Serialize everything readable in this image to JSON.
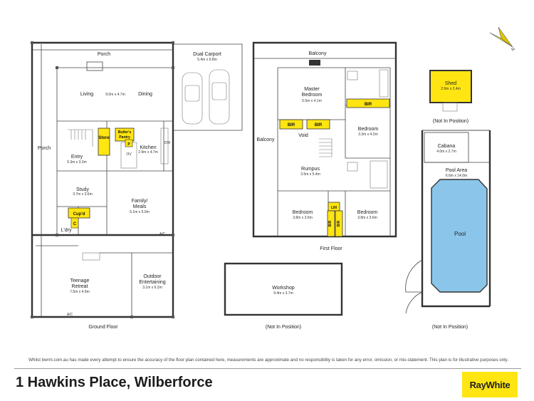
{
  "ground_floor": {
    "caption": "Ground Floor",
    "rooms": {
      "porch_top": "Porch",
      "living": "Living",
      "living_dims": "9.0m x 4.7m",
      "dining": "Dining",
      "porch_side": "Porch",
      "store": "Store",
      "butlers_pantry_line1": "Butler's",
      "butlers_pantry_line2": "Pantry",
      "pantry_p": "P",
      "entry": "Entry",
      "entry_dims": "5.3m x 3.3m",
      "kitchen": "Kitchen",
      "kitchen_dims": "2.9m x 4.7m",
      "ov": "OV",
      "dw": "DW",
      "study": "Study",
      "study_dims": "3.7m x 3.6m",
      "family_meals_line1": "Family/",
      "family_meals_line2": "Meals",
      "family_meals_dims": "5.1m x 5.0m",
      "cupd": "Cup'd",
      "ldry": "L'dry",
      "ldry_c": "C",
      "ac1": "A/C",
      "teenage_retreat_line1": "Teenage",
      "teenage_retreat_line2": "Retreat",
      "teenage_retreat_dims": "7.5m x 4.9m",
      "outdoor_line1": "Outdoor",
      "outdoor_line2": "Entertaining",
      "outdoor_dims": "3.1m x 6.2m",
      "ac2": "A/C"
    }
  },
  "carport": {
    "label": "Dual Carport",
    "dims": "5.4m x 6.8m"
  },
  "first_floor": {
    "caption": "First Floor",
    "rooms": {
      "balcony_top": "Balcony",
      "master_line1": "Master",
      "master_line2": "Bedroom",
      "master_dims": "5.5m x 4.1m",
      "bir_right": "BIR",
      "bir_left1": "BIR",
      "bir_left2": "BIR",
      "void": "Void",
      "bedroom_right": "Bedroom",
      "bedroom_right_dims": "3.3m x 4.2m",
      "balcony_side": "Balcony",
      "rumpus": "Rumpus",
      "rumpus_dims": "3.5m x 5.4m",
      "lin": "LIN",
      "bir_v1": "BIR",
      "bir_v2": "BIR",
      "bedroom_bl": "Bedroom",
      "bedroom_bl_dims": "3.8m x 3.6m",
      "bedroom_br": "Bedroom",
      "bedroom_br_dims": "3.8m x 3.6m"
    }
  },
  "shed": {
    "label": "Shed",
    "dims": "2.9m x 2.4m",
    "caption": "(Not In Position)"
  },
  "pool_area": {
    "cabana": "Cabana",
    "cabana_dims": "4.0m x 2.7m",
    "area_label": "Pool Area",
    "area_dims": "6.6m x 14.0m",
    "pool": "Pool",
    "caption": "(Not In Position)"
  },
  "workshop": {
    "label": "Workshop",
    "dims": "9.4m x 3.7m",
    "caption": "(Not In Position)"
  },
  "compass": {
    "letter": "N",
    "color": "#ffe512"
  },
  "colors": {
    "highlight": "#ffe512",
    "wall": "#333333"
  },
  "footer": {
    "disclaimer": "Whilst bwrm.com.au has made every attempt to ensure the accuracy of the floor plan contained here, measurements are approximate and no responsibility is taken for any error, omission, or mis-statement. This plan is for illustrative purposes only.",
    "address": "1 Hawkins Place, Wilberforce",
    "brand": "RayWhite"
  }
}
